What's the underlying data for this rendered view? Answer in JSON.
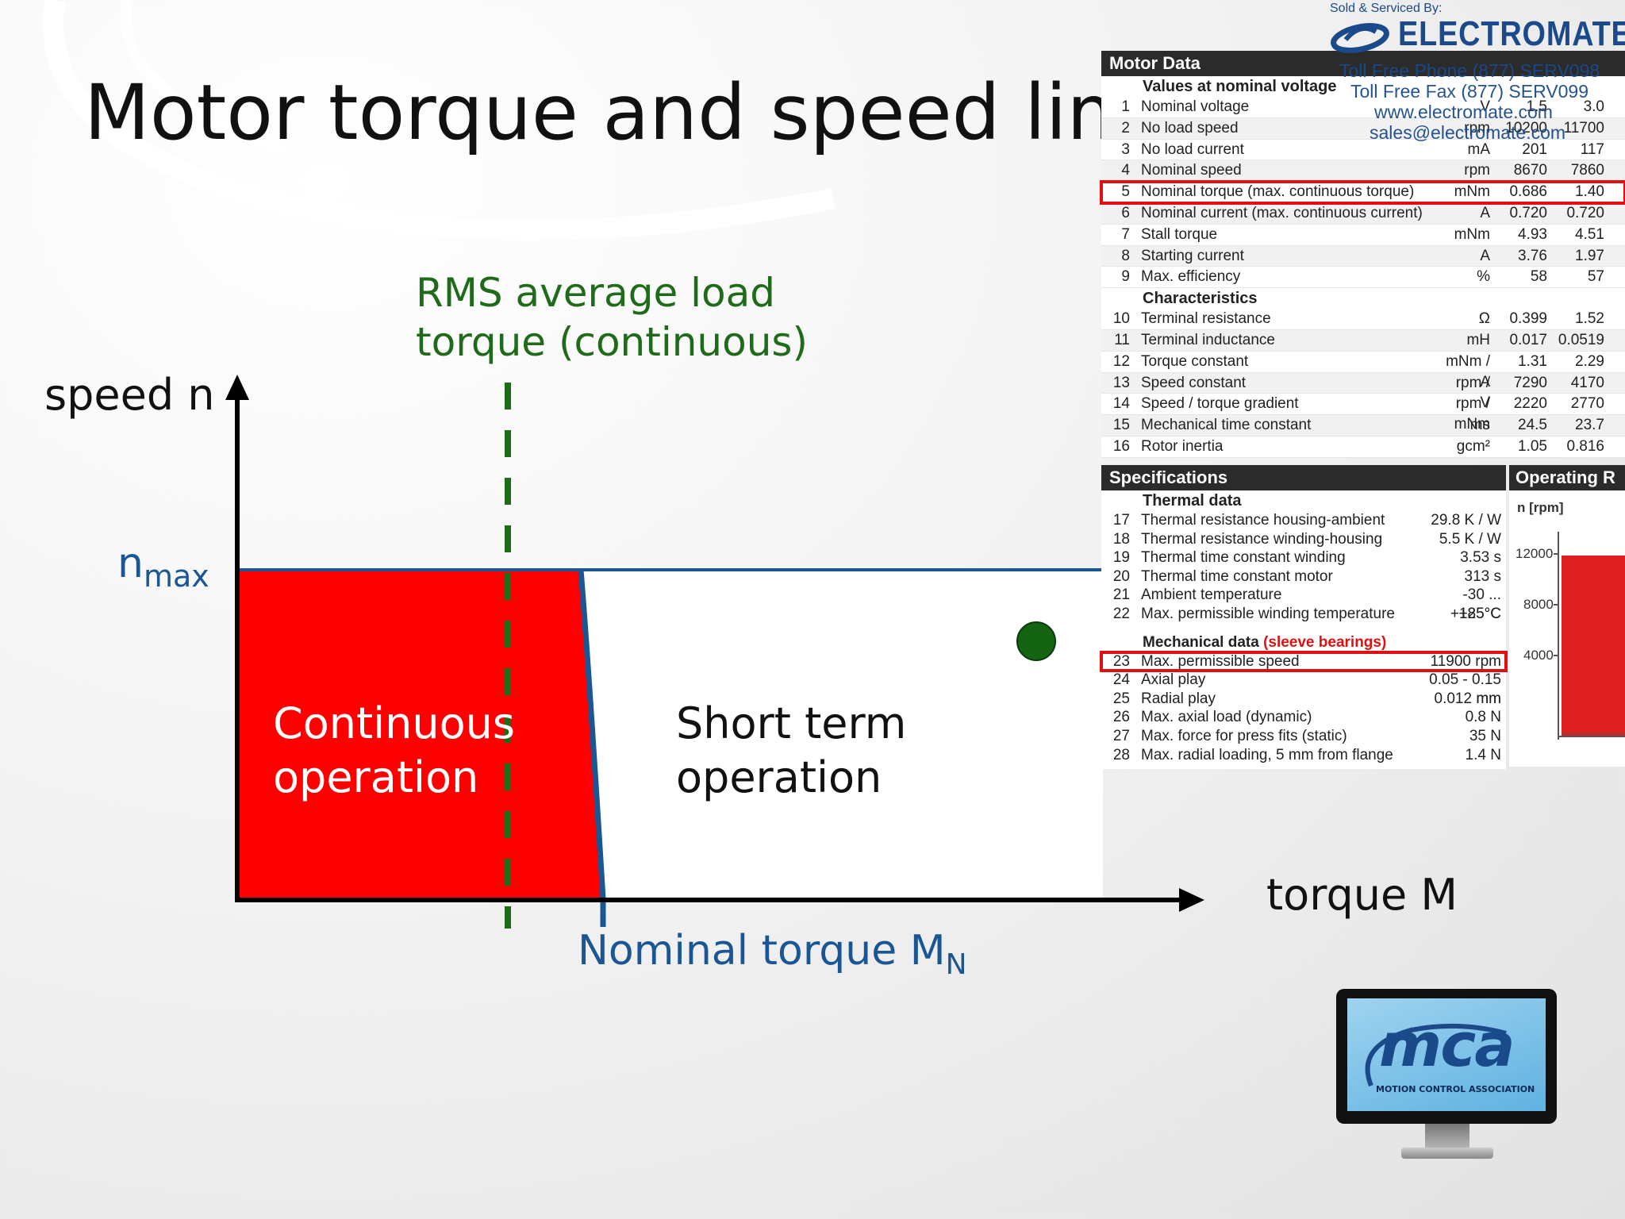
{
  "slide": {
    "title": "Motor torque and speed limit"
  },
  "diagram": {
    "y_axis_label": "speed n",
    "nmax_main": "n",
    "nmax_sub": "max",
    "rms_line1": "RMS average load",
    "rms_line2": "torque (continuous)",
    "continuous_line1": "Continuous",
    "continuous_line2": "operation",
    "short_line1": "Short term",
    "short_line2": "operation",
    "x_axis_label": "torque M",
    "nominal_main": "Nominal torque M",
    "nominal_sub": "N",
    "colors": {
      "continuous_region": "#ff0000",
      "nominal_curve": "#1a5594",
      "rms_line": "#1f6b1a",
      "operating_point": "#146414"
    }
  },
  "brand": {
    "sold_by": "Sold & Serviced By:",
    "name": "ELECTROMATE",
    "phone": "Toll Free Phone  (877) SERV098",
    "fax": "Toll Free Fax  (877) SERV099",
    "web": "www.electromate.com",
    "email": "sales@electromate.com"
  },
  "motor_data": {
    "header": "Motor Data",
    "values_heading": "Values at nominal voltage",
    "characteristics_heading": "Characteristics",
    "rows": [
      {
        "n": "1",
        "name": "Nominal voltage",
        "unit": "V",
        "v1": "1.5",
        "v2": "3.0"
      },
      {
        "n": "2",
        "name": "No load speed",
        "unit": "rpm",
        "v1": "10200",
        "v2": "11700"
      },
      {
        "n": "3",
        "name": "No load current",
        "unit": "mA",
        "v1": "201",
        "v2": "117"
      },
      {
        "n": "4",
        "name": "Nominal speed",
        "unit": "rpm",
        "v1": "8670",
        "v2": "7860"
      },
      {
        "n": "5",
        "name": "Nominal torque (max. continuous torque)",
        "unit": "mNm",
        "v1": "0.686",
        "v2": "1.40"
      },
      {
        "n": "6",
        "name": "Nominal current (max. continuous current)",
        "unit": "A",
        "v1": "0.720",
        "v2": "0.720"
      },
      {
        "n": "7",
        "name": "Stall torque",
        "unit": "mNm",
        "v1": "4.93",
        "v2": "4.51"
      },
      {
        "n": "8",
        "name": "Starting current",
        "unit": "A",
        "v1": "3.76",
        "v2": "1.97"
      },
      {
        "n": "9",
        "name": "Max. efficiency",
        "unit": "%",
        "v1": "58",
        "v2": "57"
      }
    ],
    "char_rows": [
      {
        "n": "10",
        "name": "Terminal resistance",
        "unit": "Ω",
        "v1": "0.399",
        "v2": "1.52"
      },
      {
        "n": "11",
        "name": "Terminal inductance",
        "unit": "mH",
        "v1": "0.017",
        "v2": "0.0519"
      },
      {
        "n": "12",
        "name": "Torque constant",
        "unit": "mNm / A",
        "v1": "1.31",
        "v2": "2.29"
      },
      {
        "n": "13",
        "name": "Speed constant",
        "unit": "rpm / V",
        "v1": "7290",
        "v2": "4170"
      },
      {
        "n": "14",
        "name": "Speed / torque gradient",
        "unit": "rpm / mNm",
        "v1": "2220",
        "v2": "2770"
      },
      {
        "n": "15",
        "name": "Mechanical time constant",
        "unit": "ms",
        "v1": "24.5",
        "v2": "23.7"
      },
      {
        "n": "16",
        "name": "Rotor inertia",
        "unit": "gcm²",
        "v1": "1.05",
        "v2": "0.816"
      }
    ]
  },
  "specifications": {
    "header": "Specifications",
    "thermal_heading": "Thermal data",
    "thermal_rows": [
      {
        "n": "17",
        "name": "Thermal resistance housing-ambient",
        "val": "29.8 K / W"
      },
      {
        "n": "18",
        "name": "Thermal resistance winding-housing",
        "val": "5.5 K / W"
      },
      {
        "n": "19",
        "name": "Thermal time constant winding",
        "val": "3.53 s"
      },
      {
        "n": "20",
        "name": "Thermal time constant motor",
        "val": "313 s"
      },
      {
        "n": "21",
        "name": "Ambient temperature",
        "val": "-30 ... +85°C"
      },
      {
        "n": "22",
        "name": "Max. permissible winding temperature",
        "val": "+125°C"
      }
    ],
    "mech_heading": "Mechanical data",
    "mech_note": "(sleeve bearings)",
    "mech_rows": [
      {
        "n": "23",
        "name": "Max. permissible speed",
        "val": "11900 rpm"
      },
      {
        "n": "24",
        "name": "Axial play",
        "val": "0.05 - 0.15 mm"
      },
      {
        "n": "25",
        "name": "Radial play",
        "val": "0.012 mm"
      },
      {
        "n": "26",
        "name": "Max. axial load (dynamic)",
        "val": "0.8 N"
      },
      {
        "n": "27",
        "name": "Max. force for press fits (static)",
        "val": "35 N"
      },
      {
        "n": "28",
        "name": "Max. radial loading, 5 mm from flange",
        "val": "1.4 N"
      }
    ]
  },
  "operating_range": {
    "header": "Operating R",
    "y_label": "n [rpm]",
    "ticks": [
      "12000",
      "8000",
      "4000"
    ]
  },
  "mca": {
    "word": "mca",
    "subtitle": "MOTION CONTROL ASSOCIATION"
  }
}
